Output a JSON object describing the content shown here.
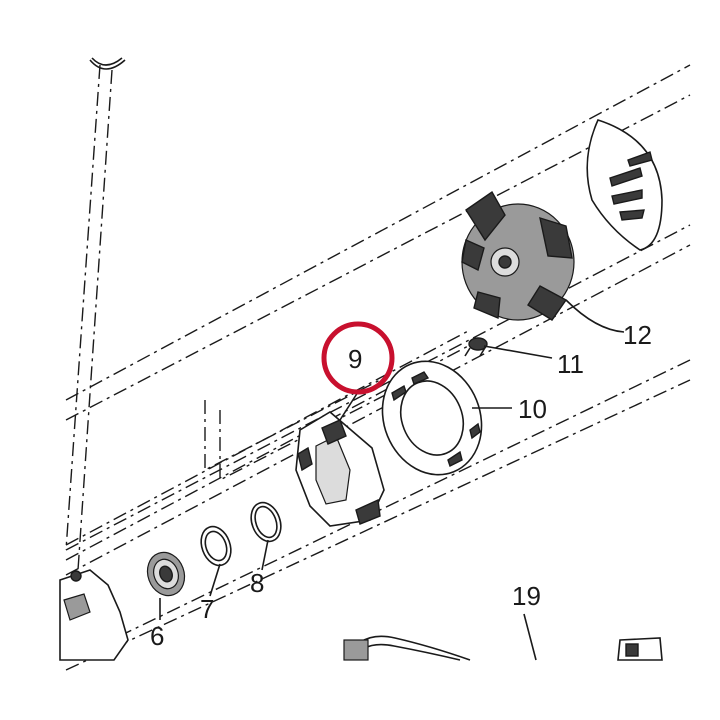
{
  "labels": {
    "p6": "6",
    "p7": "7",
    "p8": "8",
    "p9": "9",
    "p10": "10",
    "p11": "11",
    "p12": "12",
    "p19": "19"
  },
  "highlight": {
    "part": "9",
    "color": "#c8102e"
  },
  "line_color": "#1a1a1a"
}
